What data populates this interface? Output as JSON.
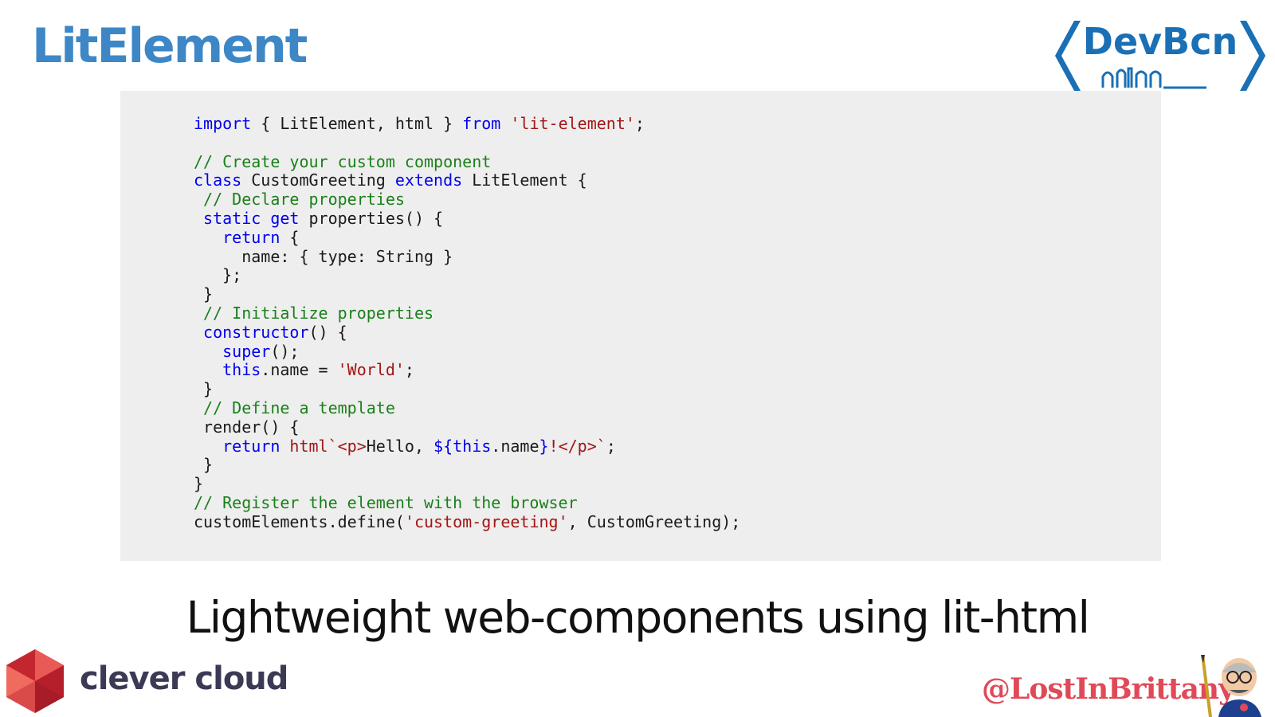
{
  "slide": {
    "title": "LitElement",
    "subtitle": "Lightweight web-components using lit-html"
  },
  "logos": {
    "event_logo_text": "DevBcn",
    "company_logo_text": "clever cloud",
    "speaker_handle": "@LostInBrittany"
  },
  "colors": {
    "title": "#3d87c7",
    "devbcn_blue": "#1a6fb5",
    "code_background": "#eeeeee",
    "keyword": "#0000ee",
    "comment": "#1a7f1a",
    "string": "#a31515",
    "handle": "#e04a58"
  },
  "code": {
    "language": "javascript",
    "lines": [
      [
        {
          "t": "kw",
          "v": "import"
        },
        {
          "t": "",
          "v": " { LitElement, html } "
        },
        {
          "t": "kw",
          "v": "from"
        },
        {
          "t": "",
          "v": " "
        },
        {
          "t": "st",
          "v": "'lit-element'"
        },
        {
          "t": "",
          "v": ";"
        }
      ],
      [],
      [
        {
          "t": "cm",
          "v": "// Create your custom component"
        }
      ],
      [
        {
          "t": "kw",
          "v": "class"
        },
        {
          "t": "",
          "v": " CustomGreeting "
        },
        {
          "t": "kw",
          "v": "extends"
        },
        {
          "t": "",
          "v": " LitElement {"
        }
      ],
      [
        {
          "t": "",
          "v": " "
        },
        {
          "t": "cm",
          "v": "// Declare properties"
        }
      ],
      [
        {
          "t": "",
          "v": " "
        },
        {
          "t": "kw",
          "v": "static get"
        },
        {
          "t": "",
          "v": " properties() {"
        }
      ],
      [
        {
          "t": "",
          "v": "   "
        },
        {
          "t": "kw",
          "v": "return"
        },
        {
          "t": "",
          "v": " {"
        }
      ],
      [
        {
          "t": "",
          "v": "     name: { type: String }"
        }
      ],
      [
        {
          "t": "",
          "v": "   };"
        }
      ],
      [
        {
          "t": "",
          "v": " }"
        }
      ],
      [
        {
          "t": "",
          "v": " "
        },
        {
          "t": "cm",
          "v": "// Initialize properties"
        }
      ],
      [
        {
          "t": "",
          "v": " "
        },
        {
          "t": "kw",
          "v": "constructor"
        },
        {
          "t": "",
          "v": "() {"
        }
      ],
      [
        {
          "t": "",
          "v": "   "
        },
        {
          "t": "kw",
          "v": "super"
        },
        {
          "t": "",
          "v": "();"
        }
      ],
      [
        {
          "t": "",
          "v": "   "
        },
        {
          "t": "kw",
          "v": "this"
        },
        {
          "t": "",
          "v": ".name = "
        },
        {
          "t": "st",
          "v": "'World'"
        },
        {
          "t": "",
          "v": ";"
        }
      ],
      [
        {
          "t": "",
          "v": " }"
        }
      ],
      [
        {
          "t": "",
          "v": " "
        },
        {
          "t": "cm",
          "v": "// Define a template"
        }
      ],
      [
        {
          "t": "",
          "v": " render() {"
        }
      ],
      [
        {
          "t": "",
          "v": "   "
        },
        {
          "t": "kw",
          "v": "return"
        },
        {
          "t": "",
          "v": " "
        },
        {
          "t": "st",
          "v": "html`<p>"
        },
        {
          "t": "",
          "v": "Hello, "
        },
        {
          "t": "kw",
          "v": "${this"
        },
        {
          "t": "",
          "v": ".name"
        },
        {
          "t": "kw",
          "v": "}"
        },
        {
          "t": "st",
          "v": "!</p>`"
        },
        {
          "t": "",
          "v": ";"
        }
      ],
      [
        {
          "t": "",
          "v": " }"
        }
      ],
      [
        {
          "t": "",
          "v": "}"
        }
      ],
      [
        {
          "t": "cm",
          "v": "// Register the element with the browser"
        }
      ],
      [
        {
          "t": "",
          "v": "customElements.define("
        },
        {
          "t": "st",
          "v": "'custom-greeting'"
        },
        {
          "t": "",
          "v": ", CustomGreeting);"
        }
      ]
    ]
  }
}
